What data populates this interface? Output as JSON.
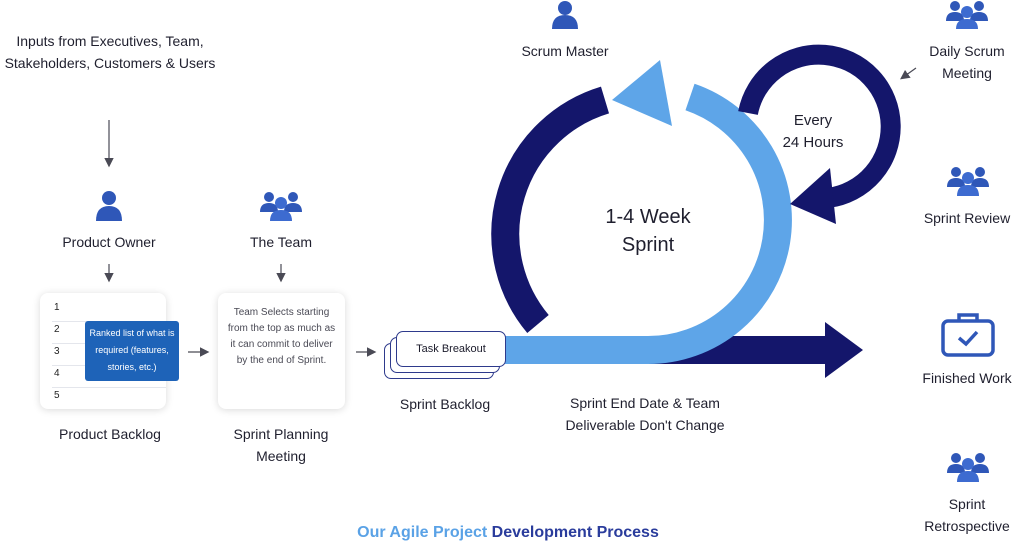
{
  "inputs_label": "Inputs from Executives, Team, Stakeholders, Customers & Users",
  "product_owner": {
    "label": "Product Owner",
    "icon": "person-icon"
  },
  "the_team": {
    "label": "The Team",
    "icon": "group-icon"
  },
  "product_backlog": {
    "label": "Product Backlog",
    "rows": [
      "1",
      "2",
      "3",
      "4",
      "5"
    ],
    "tooltip": "Ranked list of what is required (features, stories, etc.)"
  },
  "sprint_planning": {
    "label": "Sprint Planning Meeting",
    "card_text": "Team Selects starting from the top as much as it can commit to deliver by the end of Sprint."
  },
  "sprint_backlog": {
    "label": "Sprint Backlog",
    "card_text": "Task Breakout"
  },
  "scrum_master": {
    "label": "Scrum Master",
    "icon": "person-icon"
  },
  "sprint_center": {
    "line1": "1-4 Week",
    "line2": "Sprint"
  },
  "daily_loop": {
    "line1": "Every",
    "line2": "24 Hours"
  },
  "sprint_end_note": "Sprint End Date & Team Deliverable Don't Change",
  "right_column": {
    "daily_scrum": "Daily Scrum Meeting",
    "sprint_review": "Sprint Review",
    "finished_work": "Finished Work",
    "sprint_retrospective": "Sprint Retrospective"
  },
  "caption": {
    "part1": "Our Agile Project ",
    "part2": "Development Process"
  },
  "colors": {
    "dark_navy": "#14166b",
    "light_blue": "#5ea5e8",
    "icon_blue": "#2f57b8",
    "caption_light": "#5aa2e6",
    "caption_dark": "#2a3c9c"
  }
}
